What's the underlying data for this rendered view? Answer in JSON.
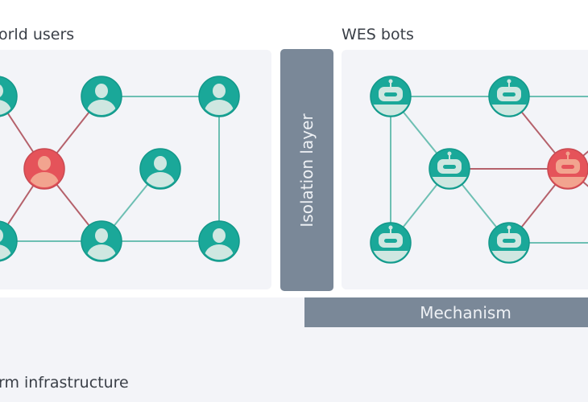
{
  "labels": {
    "users_title": "orld users",
    "bots_title": "WES bots",
    "isolation": "Isolation layer",
    "mechanism": "Mechanism",
    "infrastructure": "rm infrastructure"
  },
  "colors": {
    "teal": "#1aa899",
    "teal_light": "#cfe7e1",
    "red": "#e5535a",
    "red_light": "#f2a48f",
    "edge_teal": "#6dbfb3",
    "edge_red": "#b5616b",
    "bar": "#7a8898"
  },
  "users_graph": {
    "nodes": [
      {
        "id": "u0",
        "type": "user",
        "state": "normal"
      },
      {
        "id": "u1",
        "type": "user",
        "state": "normal"
      },
      {
        "id": "u2",
        "type": "user",
        "state": "normal"
      },
      {
        "id": "u3",
        "type": "user",
        "state": "compromised"
      },
      {
        "id": "u4",
        "type": "user",
        "state": "normal"
      },
      {
        "id": "u5",
        "type": "user",
        "state": "normal"
      },
      {
        "id": "u6",
        "type": "user",
        "state": "normal"
      },
      {
        "id": "u7",
        "type": "user",
        "state": "normal"
      }
    ],
    "edges": [
      {
        "from": "u1",
        "to": "u2",
        "kind": "normal"
      },
      {
        "from": "u2",
        "to": "u7",
        "kind": "normal"
      },
      {
        "from": "u0",
        "to": "u3",
        "kind": "bad"
      },
      {
        "from": "u1",
        "to": "u3",
        "kind": "bad"
      },
      {
        "from": "u3",
        "to": "u5",
        "kind": "bad"
      },
      {
        "from": "u3",
        "to": "u6",
        "kind": "bad"
      },
      {
        "from": "u5",
        "to": "u6",
        "kind": "normal"
      },
      {
        "from": "u6",
        "to": "u7",
        "kind": "normal"
      },
      {
        "from": "u6",
        "to": "u4",
        "kind": "normal"
      }
    ]
  },
  "bots_graph": {
    "nodes": [
      {
        "id": "b0",
        "type": "bot",
        "state": "normal"
      },
      {
        "id": "b1",
        "type": "bot",
        "state": "normal"
      },
      {
        "id": "b2",
        "type": "bot",
        "state": "normal"
      },
      {
        "id": "b3",
        "type": "bot",
        "state": "compromised"
      },
      {
        "id": "b4",
        "type": "bot",
        "state": "normal"
      },
      {
        "id": "b5",
        "type": "bot",
        "state": "normal"
      }
    ],
    "edges": [
      {
        "from": "b0",
        "to": "b1",
        "kind": "normal"
      },
      {
        "from": "b1",
        "to": "bx1",
        "kind": "normal"
      },
      {
        "from": "b0",
        "to": "b4",
        "kind": "normal"
      },
      {
        "from": "b0",
        "to": "b2",
        "kind": "normal"
      },
      {
        "from": "b2",
        "to": "b4",
        "kind": "normal"
      },
      {
        "from": "b2",
        "to": "b5",
        "kind": "normal"
      },
      {
        "from": "b2",
        "to": "b3",
        "kind": "bad"
      },
      {
        "from": "b1",
        "to": "b3",
        "kind": "bad"
      },
      {
        "from": "b3",
        "to": "b5",
        "kind": "bad"
      },
      {
        "from": "b3",
        "to": "bx2",
        "kind": "bad"
      },
      {
        "from": "b3",
        "to": "bx3",
        "kind": "bad"
      },
      {
        "from": "b5",
        "to": "bx4",
        "kind": "normal"
      }
    ]
  }
}
